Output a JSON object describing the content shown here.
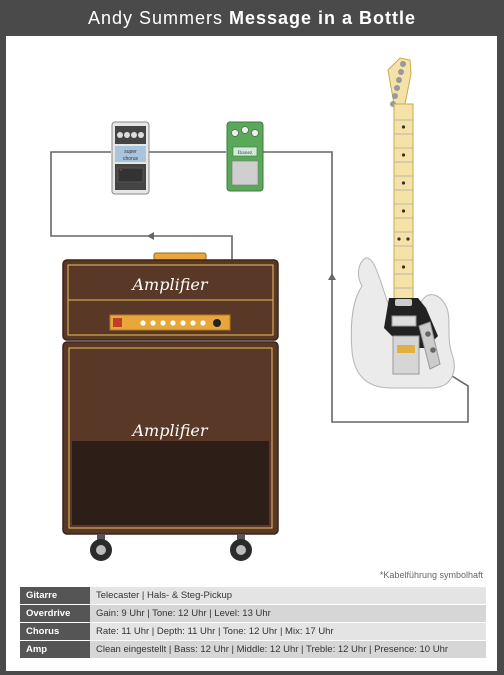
{
  "title": {
    "artist": "Andy Summers",
    "song": "Message in a Bottle"
  },
  "pedals": {
    "chorus": {
      "label_line1": "super",
      "label_line2": "chorus",
      "color": "#a9c4dd"
    },
    "overdrive": {
      "label": "Ibanez",
      "color": "#5aa85a"
    }
  },
  "amp": {
    "head_label": "Amplifier",
    "cab_label": "Amplifier",
    "color": "#5a3828",
    "accent": "#e8a73a"
  },
  "footnote": "*Kabelführung symbolhaft",
  "settings": [
    {
      "label": "Gitarre",
      "value": "Telecaster | Hals- & Steg-Pickup"
    },
    {
      "label": "Overdrive",
      "value": "Gain: 9 Uhr | Tone: 12 Uhr | Level: 13 Uhr"
    },
    {
      "label": "Chorus",
      "value": "Rate: 11 Uhr | Depth: 11 Uhr | Tone: 12 Uhr | Mix: 17 Uhr"
    },
    {
      "label": "Amp",
      "value": "Clean eingestellt | Bass: 12 Uhr | Middle: 12 Uhr | Treble: 12 Uhr | Presence: 10 Uhr"
    }
  ]
}
